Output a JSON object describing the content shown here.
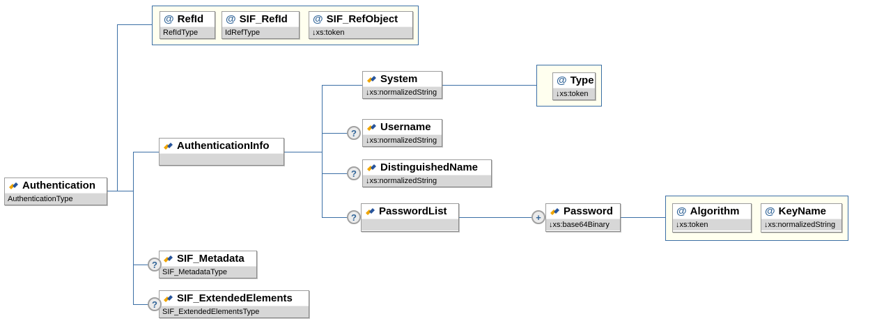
{
  "diagram": {
    "kind": "xml-schema-diagram",
    "root_element": "Authentication"
  },
  "indicators": {
    "optional": "?",
    "repeat": "+",
    "attribute": "@"
  },
  "colors": {
    "connector": "#3A6EA5",
    "container_bg": "#FFFFEF",
    "container_border": "#3A6EA5",
    "box_border": "#9C9C9C",
    "type_row_bg": "#D7D7D7",
    "marker_blue": "#336699"
  },
  "nodes": {
    "authentication": {
      "name": "Authentication",
      "type": "AuthenticationType"
    },
    "refid": {
      "name": "RefId",
      "type": "RefIdType"
    },
    "sif_refid": {
      "name": "SIF_RefId",
      "type": "IdRefType"
    },
    "sif_refobject": {
      "name": "SIF_RefObject",
      "type": "↓xs:token"
    },
    "authentication_info": {
      "name": "AuthenticationInfo",
      "type": ""
    },
    "system": {
      "name": "System",
      "type": "↓xs:normalizedString"
    },
    "type_attr": {
      "name": "Type",
      "type": "↓xs:token"
    },
    "username": {
      "name": "Username",
      "type": "↓xs:normalizedString"
    },
    "distinguished_name": {
      "name": "DistinguishedName",
      "type": "↓xs:normalizedString"
    },
    "password_list": {
      "name": "PasswordList",
      "type": ""
    },
    "password": {
      "name": "Password",
      "type": "↓xs:base64Binary"
    },
    "algorithm": {
      "name": "Algorithm",
      "type": "↓xs:token"
    },
    "keyname": {
      "name": "KeyName",
      "type": "↓xs:normalizedString"
    },
    "sif_metadata": {
      "name": "SIF_Metadata",
      "type": "SIF_MetadataType"
    },
    "sif_extended_elements": {
      "name": "SIF_ExtendedElements",
      "type": "SIF_ExtendedElementsType"
    }
  }
}
